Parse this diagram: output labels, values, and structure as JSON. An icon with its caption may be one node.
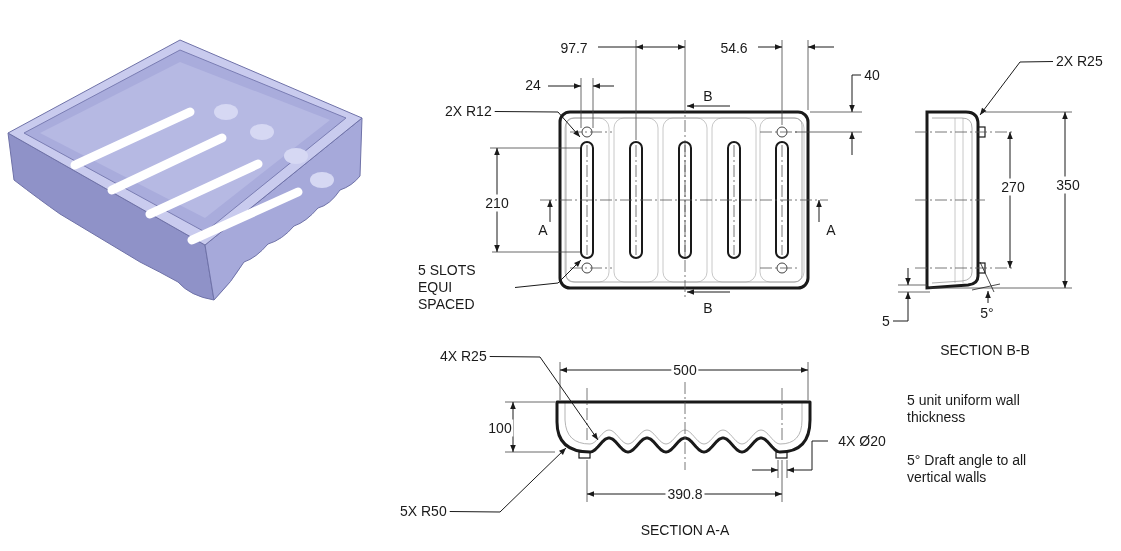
{
  "diagram": {
    "nodes": [
      {
        "text": [
          "2X R12"
        ]
      },
      {
        "text": [
          "5 SLOTS EQUI SPACED"
        ]
      },
      {
        "text": [
          "2X R25"
        ]
      },
      {
        "text": [
          "4X R25"
        ]
      },
      {
        "text": [
          "5X R50"
        ]
      }
    ],
    "edges": [
      {
        "from": 0,
        "to": null,
        "arrow": "to"
      },
      {
        "from": 1,
        "to": null,
        "arrow": "to"
      },
      {
        "from": 2,
        "to": null,
        "arrow": "to"
      },
      {
        "from": 3,
        "to": null,
        "arrow": "to"
      },
      {
        "from": 4,
        "to": null,
        "arrow": "to"
      }
    ],
    "labels": [
      "97.7",
      "54.6",
      "24",
      "40",
      "B",
      "210",
      "A",
      "A",
      "B",
      "270",
      "350",
      "5",
      "5°",
      "SECTION B-B",
      "500",
      "100",
      "4X Ø20",
      "390.8",
      "5 unit uniform wall thickness",
      "5° Draft angle to all vertical walls",
      "SECTION A-A"
    ]
  }
}
